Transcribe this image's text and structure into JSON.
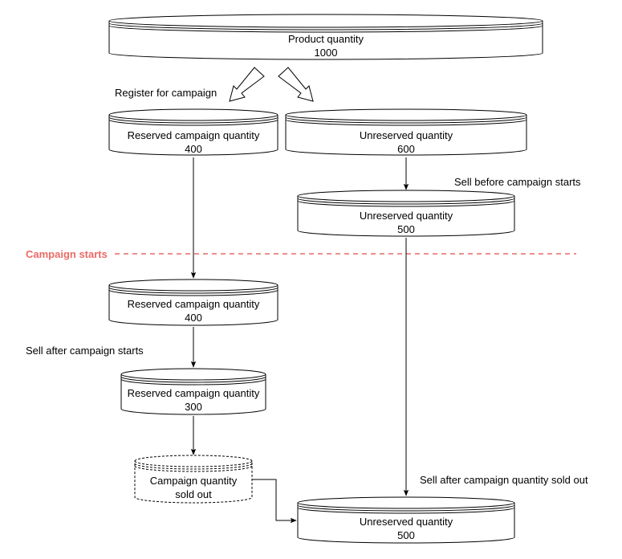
{
  "diagram": {
    "nodes": {
      "product": {
        "title": "Product quantity",
        "value": "1000"
      },
      "reserved1": {
        "title": "Reserved campaign quantity",
        "value": "400"
      },
      "unreserved1": {
        "title": "Unreserved quantity",
        "value": "600"
      },
      "unreserved2": {
        "title": "Unreserved quantity",
        "value": "500"
      },
      "reserved2": {
        "title": "Reserved campaign quantity",
        "value": "400"
      },
      "reserved3": {
        "title": "Reserved campaign quantity",
        "value": "300"
      },
      "soldout": {
        "title": "Campaign quantity",
        "value": "sold out"
      },
      "unreserved3": {
        "title": "Unreserved quantity",
        "value": "500"
      }
    },
    "edge_labels": {
      "register": "Register for campaign",
      "sell_before": "Sell before campaign starts",
      "sell_after": "Sell after campaign starts",
      "sell_after_soldout": "Sell after campaign quantity sold out"
    },
    "milestone": {
      "label": "Campaign starts",
      "color": "#EA6B66"
    }
  }
}
